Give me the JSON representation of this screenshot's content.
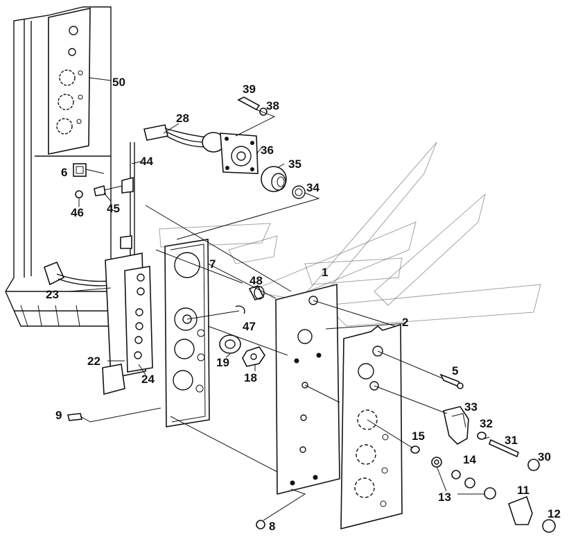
{
  "labels": [
    {
      "id": "50",
      "text": "50"
    },
    {
      "id": "39",
      "text": "39"
    },
    {
      "id": "38",
      "text": "38"
    },
    {
      "id": "28",
      "text": "28"
    },
    {
      "id": "36",
      "text": "36"
    },
    {
      "id": "35",
      "text": "35"
    },
    {
      "id": "34",
      "text": "34"
    },
    {
      "id": "44",
      "text": "44"
    },
    {
      "id": "6",
      "text": "6"
    },
    {
      "id": "45",
      "text": "45"
    },
    {
      "id": "46",
      "text": "46"
    },
    {
      "id": "7",
      "text": "7"
    },
    {
      "id": "1",
      "text": "1"
    },
    {
      "id": "48",
      "text": "48"
    },
    {
      "id": "47",
      "text": "47"
    },
    {
      "id": "2",
      "text": "2"
    },
    {
      "id": "23",
      "text": "23"
    },
    {
      "id": "22",
      "text": "22"
    },
    {
      "id": "24",
      "text": "24"
    },
    {
      "id": "19",
      "text": "19"
    },
    {
      "id": "18",
      "text": "18"
    },
    {
      "id": "5",
      "text": "5"
    },
    {
      "id": "33",
      "text": "33"
    },
    {
      "id": "32",
      "text": "32"
    },
    {
      "id": "31",
      "text": "31"
    },
    {
      "id": "30",
      "text": "30"
    },
    {
      "id": "9",
      "text": "9"
    },
    {
      "id": "15",
      "text": "15"
    },
    {
      "id": "14",
      "text": "14"
    },
    {
      "id": "13",
      "text": "13"
    },
    {
      "id": "11",
      "text": "11"
    },
    {
      "id": "12",
      "text": "12"
    },
    {
      "id": "8",
      "text": "8"
    }
  ]
}
